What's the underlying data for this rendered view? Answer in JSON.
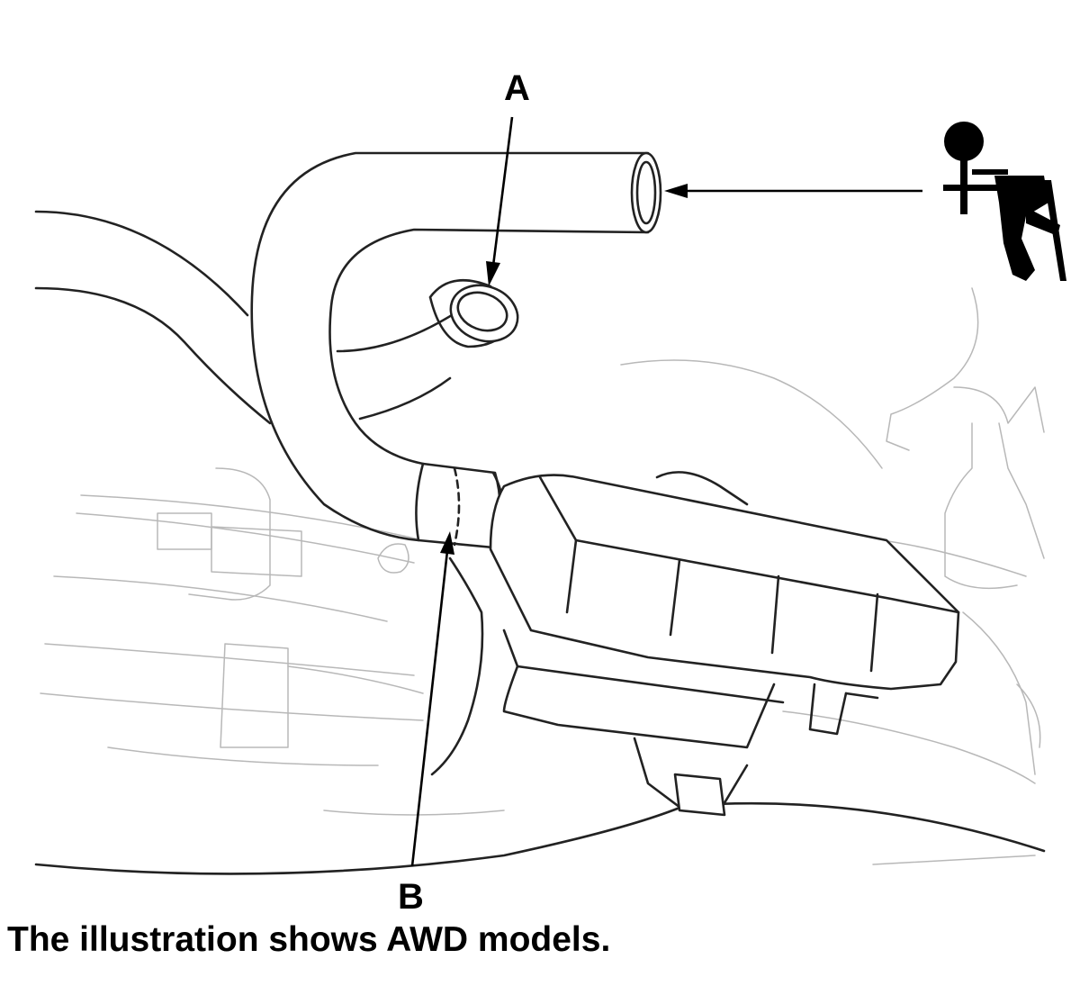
{
  "callouts": {
    "a": "A",
    "b": "B"
  },
  "caption": "The illustration shows AWD models.",
  "parts": {
    "hose": "hose-icon",
    "canister": "canister-icon",
    "vacuum_pump": "vacuum-pump-icon"
  },
  "colors": {
    "ink": "#222222",
    "background_lines": "#b8b8b8"
  }
}
